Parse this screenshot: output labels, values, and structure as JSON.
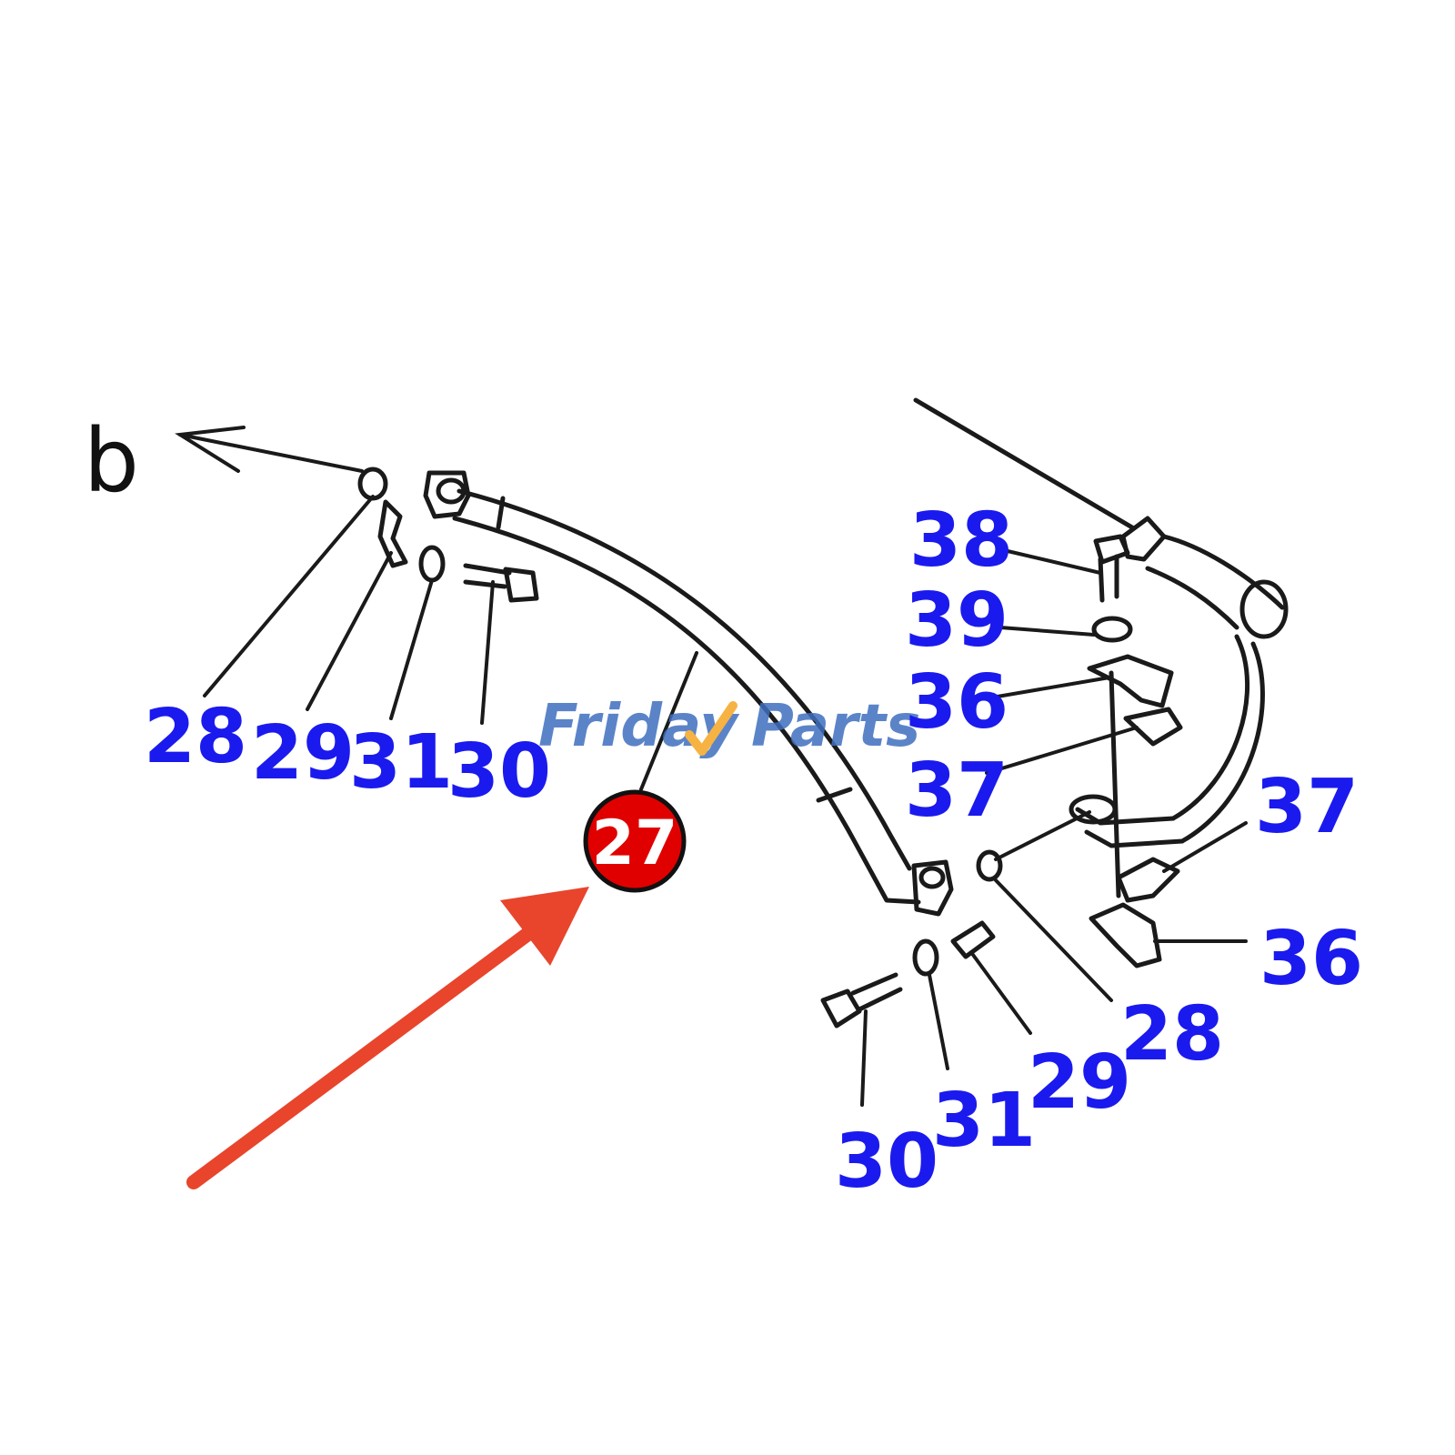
{
  "diagram": {
    "section_letter": "b",
    "callouts": {
      "c28_left": "28",
      "c29_left": "29",
      "c31_left": "31",
      "c30_left": "30",
      "c38": "38",
      "c39": "39",
      "c36_upper": "36",
      "c37_upper": "37",
      "c37_right": "37",
      "c36_right": "36",
      "c28_right": "28",
      "c29_right": "29",
      "c31_right": "31",
      "c30_right": "30"
    },
    "highlight": {
      "label": "27",
      "badge_color": "#e00000",
      "arrow_color": "#e8452c"
    },
    "watermark": {
      "part1": "Friday",
      "part2": "Parts",
      "color": "#3f6fbf"
    },
    "colors": {
      "callout": "#1a1aee",
      "line": "#1a1a1a"
    }
  }
}
